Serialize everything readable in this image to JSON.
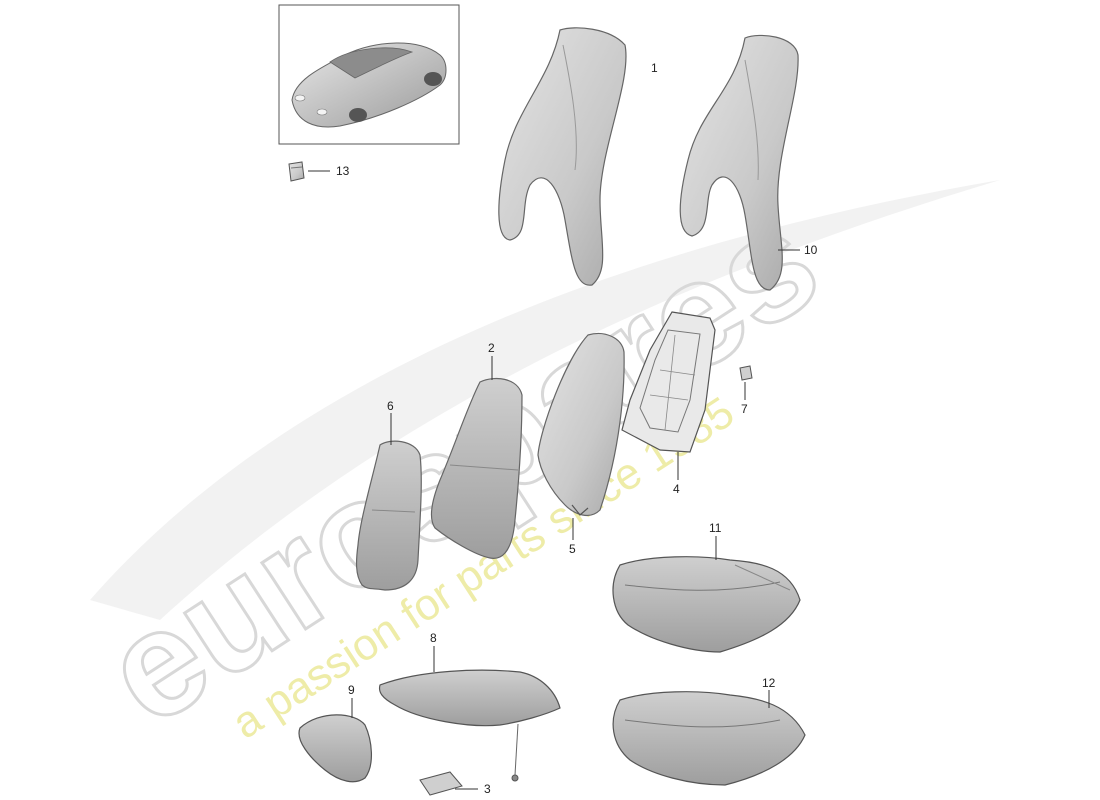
{
  "watermark": {
    "brand": "eurospares",
    "tagline": "a passion for parts since 1985"
  },
  "callouts": [
    {
      "id": "1",
      "label": "1"
    },
    {
      "id": "2",
      "label": "2"
    },
    {
      "id": "3",
      "label": "3"
    },
    {
      "id": "4",
      "label": "4"
    },
    {
      "id": "5",
      "label": "5"
    },
    {
      "id": "6",
      "label": "6"
    },
    {
      "id": "7",
      "label": "7"
    },
    {
      "id": "8",
      "label": "8"
    },
    {
      "id": "9",
      "label": "9"
    },
    {
      "id": "10",
      "label": "10"
    },
    {
      "id": "11",
      "label": "11"
    },
    {
      "id": "12",
      "label": "12"
    },
    {
      "id": "13",
      "label": "13"
    }
  ],
  "colors": {
    "part_fill": "#d6d6d6",
    "part_fill_dark": "#a9a9a9",
    "part_stroke": "#555555",
    "leader": "#333333",
    "frame": "#555555"
  }
}
